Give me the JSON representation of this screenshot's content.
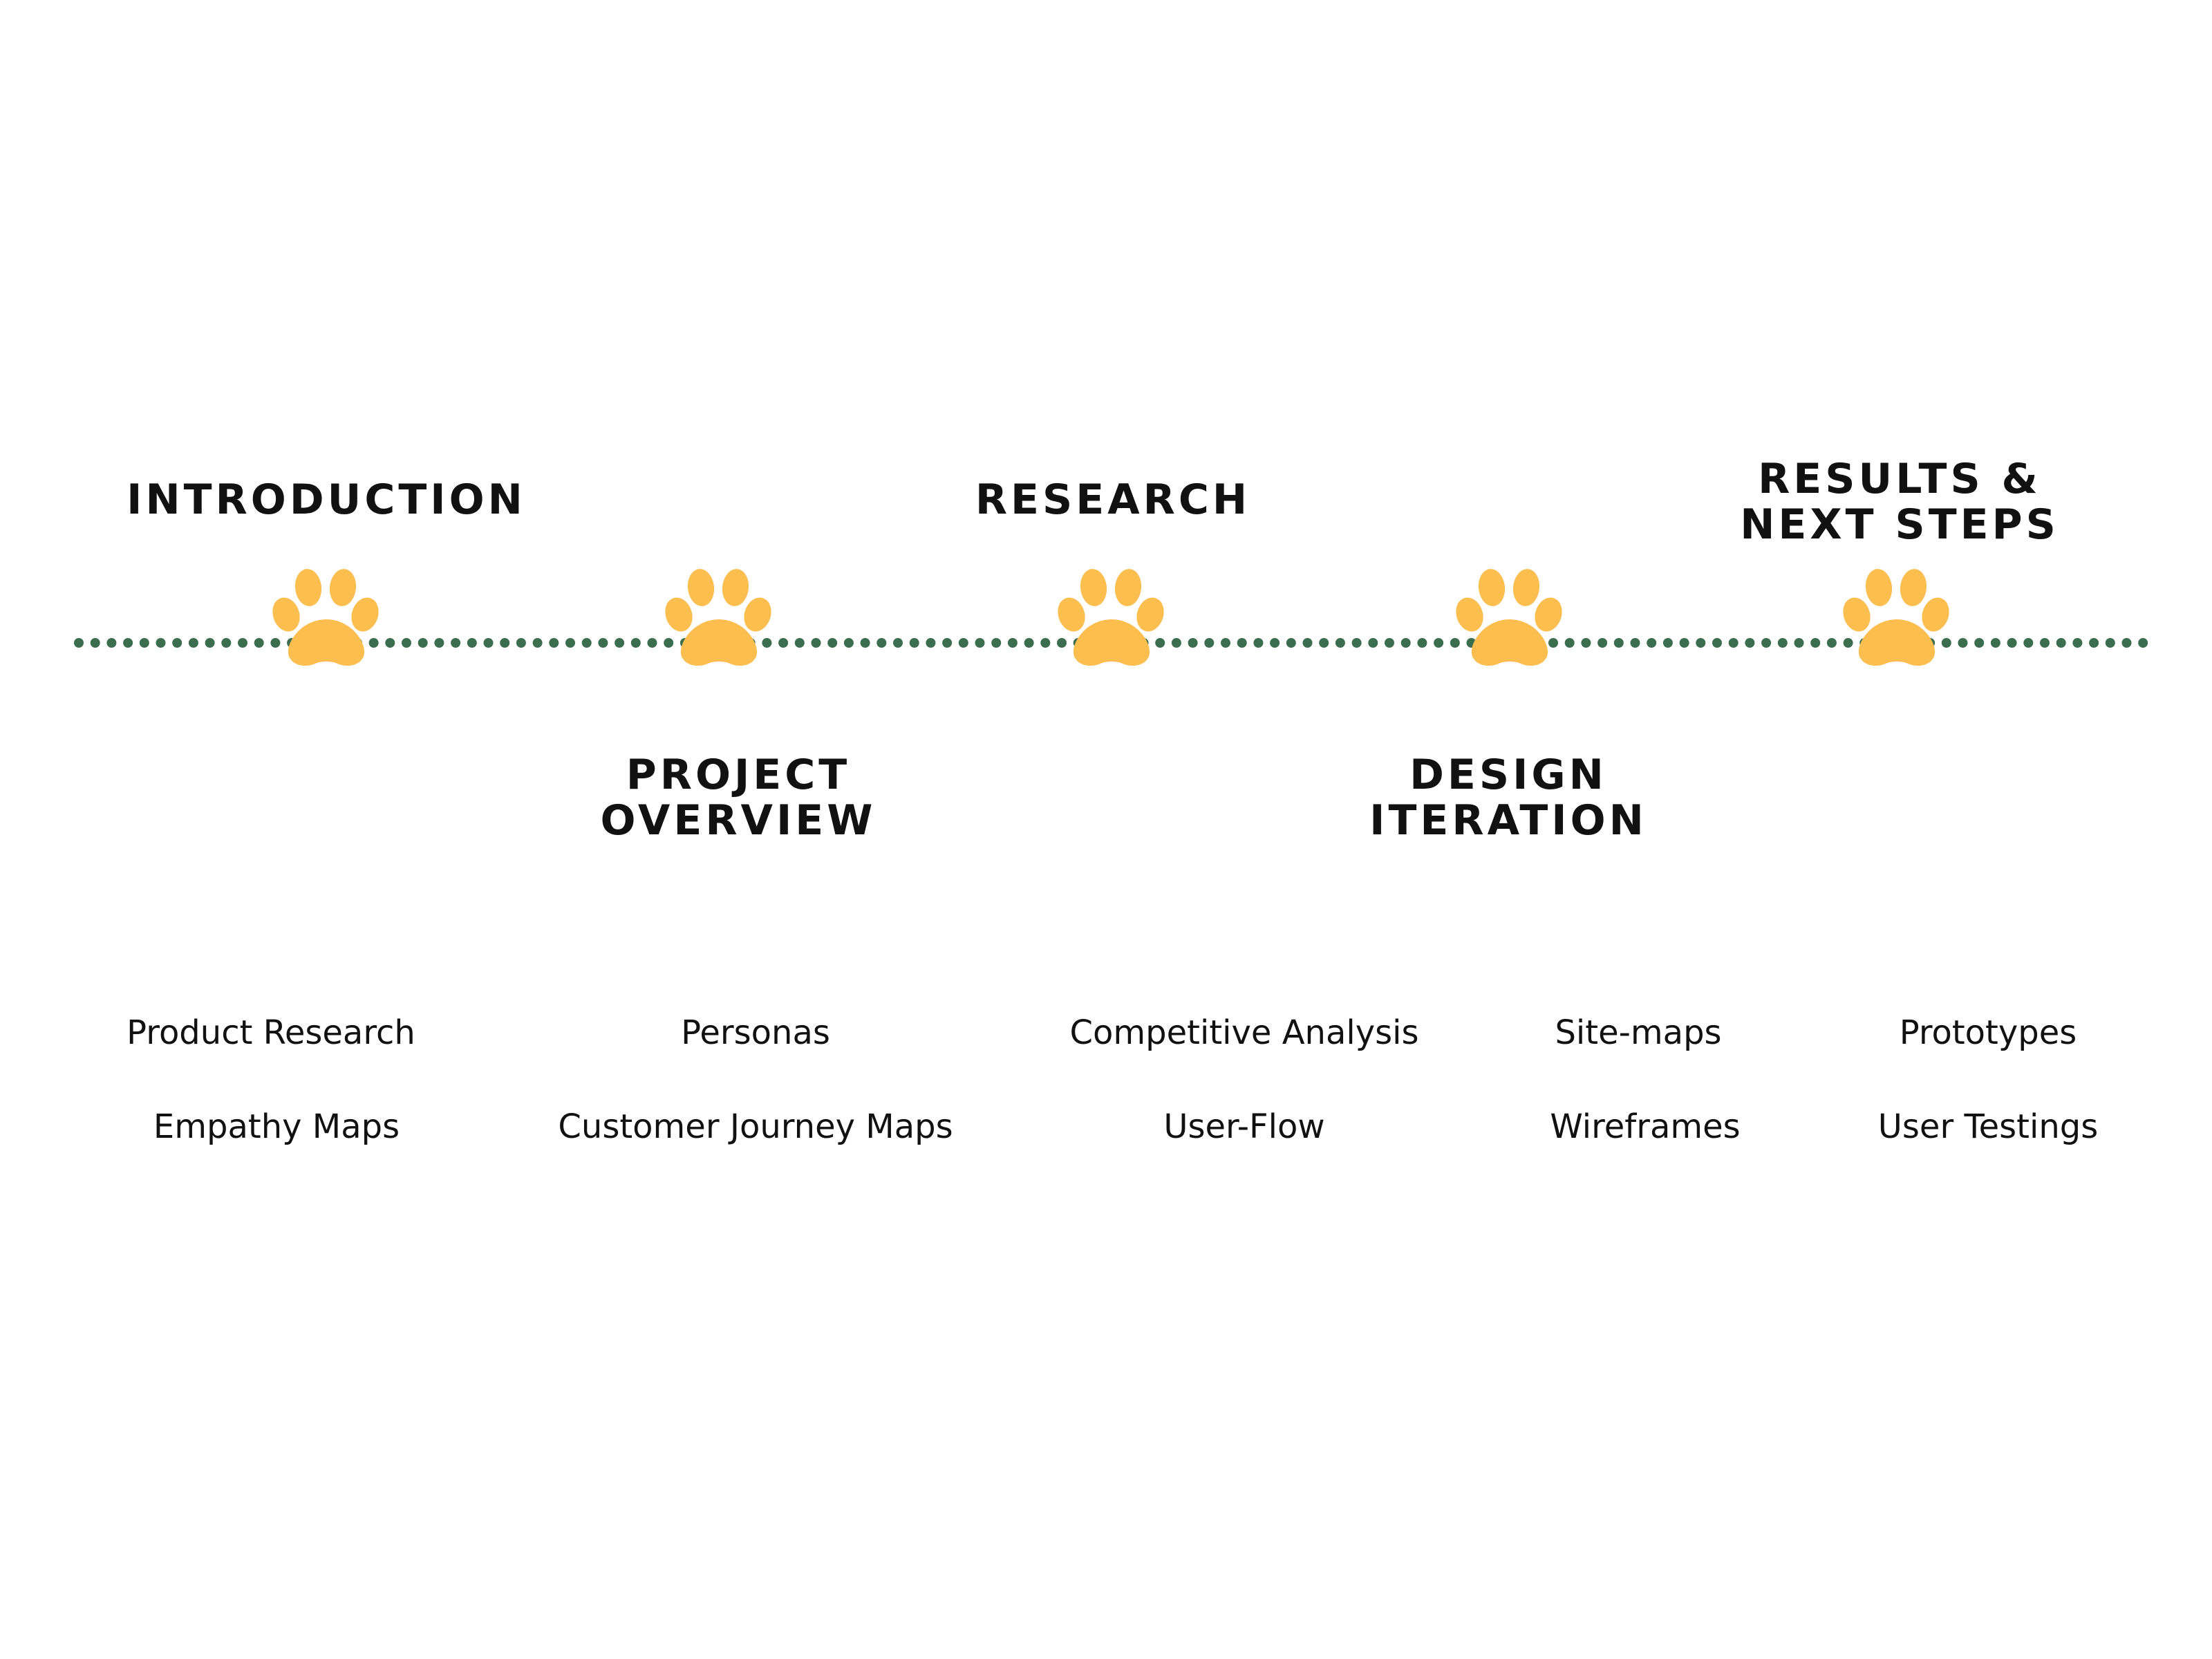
{
  "colors": {
    "line": "#3B6E4E",
    "paw": "#FBBE4F",
    "text": "#111111"
  },
  "stages": [
    {
      "key": "introduction",
      "heading_lines": [
        "INTRODUCTION"
      ],
      "heading_position": "above",
      "items": [
        "Product Research",
        "Empathy Maps"
      ]
    },
    {
      "key": "project-overview",
      "heading_lines": [
        "PROJECT",
        "OVERVIEW"
      ],
      "heading_position": "below",
      "items": [
        "Personas",
        "Customer Journey Maps"
      ]
    },
    {
      "key": "research",
      "heading_lines": [
        "RESEARCH"
      ],
      "heading_position": "above",
      "items": [
        "Competitive Analysis",
        "User-Flow"
      ]
    },
    {
      "key": "design-iteration",
      "heading_lines": [
        "DESIGN",
        "ITERATION"
      ],
      "heading_position": "below",
      "items": [
        "Site-maps",
        "Wireframes"
      ]
    },
    {
      "key": "results-next-steps",
      "heading_lines": [
        "RESULTS &",
        "NEXT STEPS"
      ],
      "heading_position": "above",
      "items": [
        "Prototypes",
        "User Testings"
      ]
    }
  ],
  "icons": [
    "paw-icon"
  ]
}
